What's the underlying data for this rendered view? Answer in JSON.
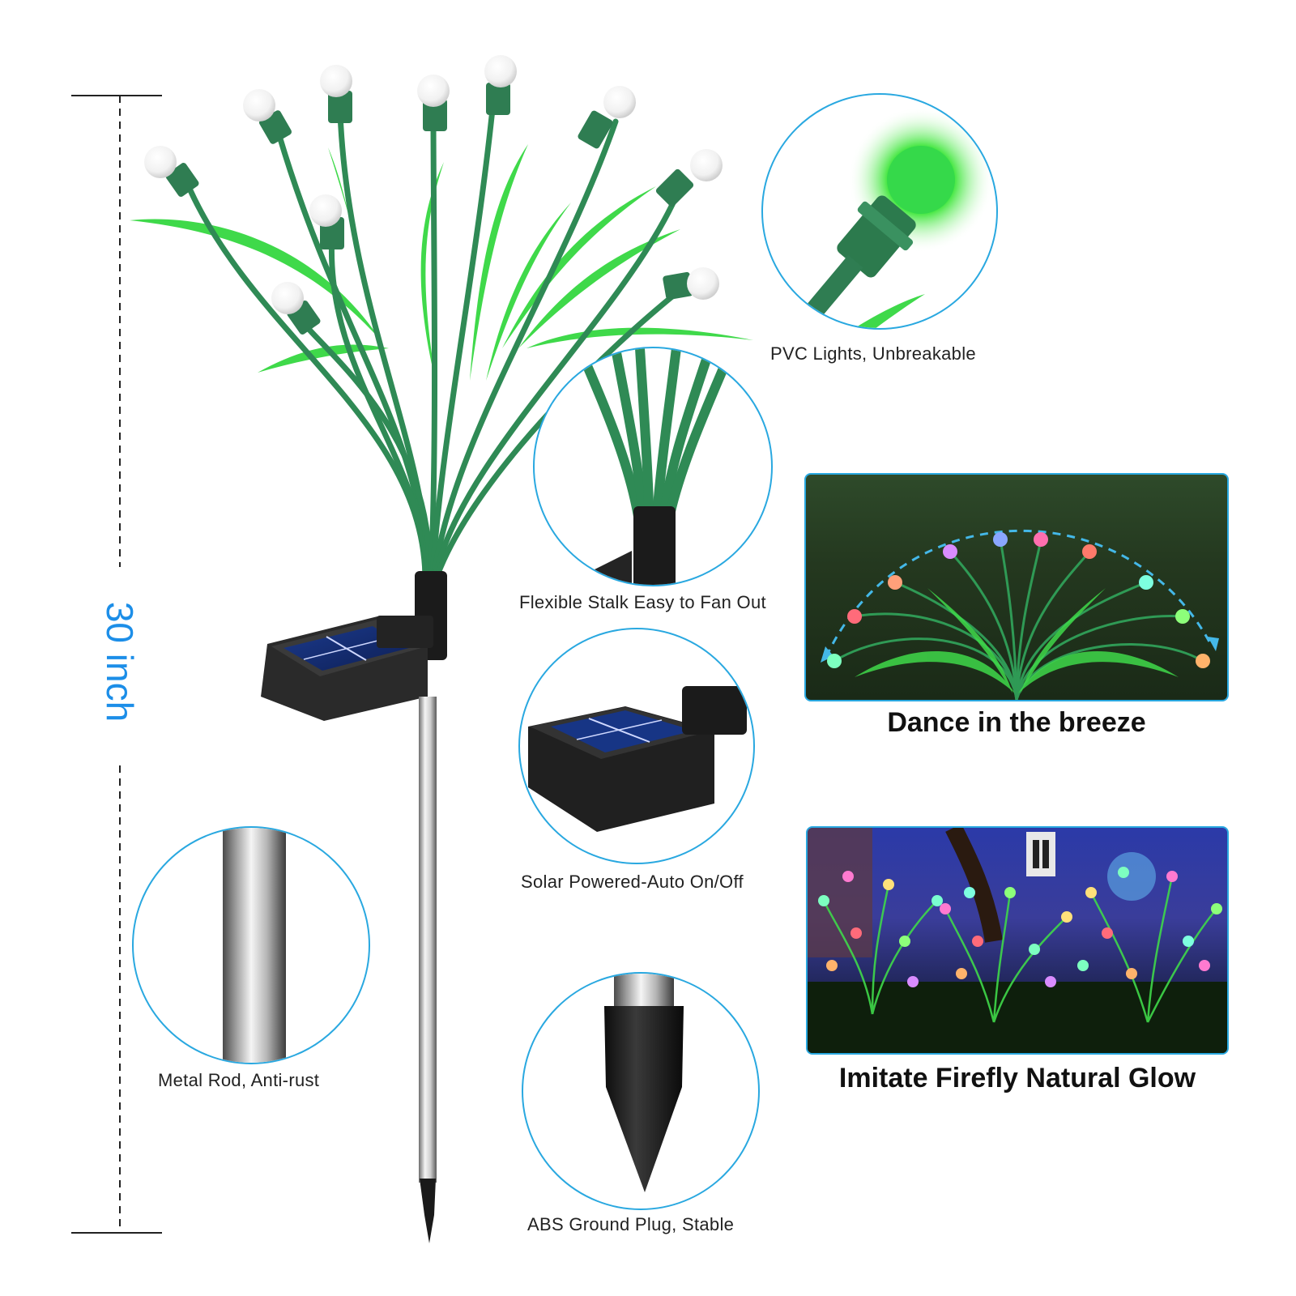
{
  "dimension": {
    "label": "30 inch"
  },
  "features": {
    "pvc_lights": "PVC Lights, Unbreakable",
    "flexible_stalk": "Flexible Stalk Easy to Fan Out",
    "solar_powered": "Solar Powered-Auto On/Off",
    "metal_rod": "Metal Rod, Anti-rust",
    "ground_plug": "ABS Ground Plug, Stable"
  },
  "scenes": {
    "breeze": "Dance in the breeze",
    "firefly": "Imitate Firefly Natural Glow"
  },
  "colors": {
    "accent_blue": "#29a8e0",
    "dimension_blue": "#1c8ee8",
    "leaf_green": "#3fd94a",
    "stalk_green": "#2f8a55"
  }
}
